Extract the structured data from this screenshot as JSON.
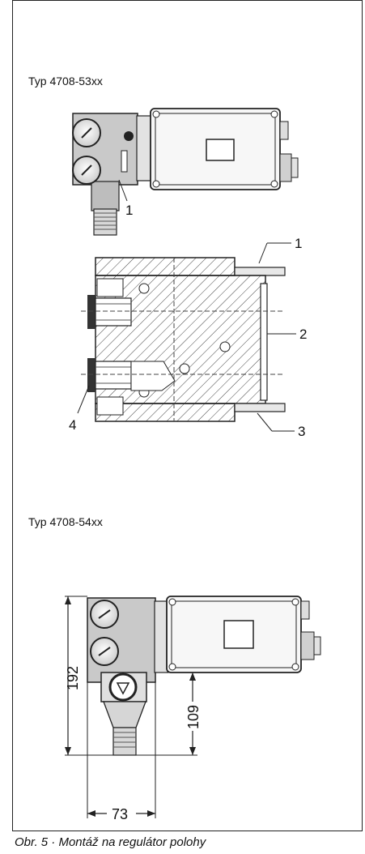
{
  "figure": {
    "section_a_title": "Typ 4708-53xx",
    "section_b_title": "Typ 4708-54xx",
    "caption": "Obr. 5 · Montáž na regulátor polohy"
  },
  "callouts": {
    "top_1": "1",
    "sec_1": "1",
    "sec_2": "2",
    "sec_3": "3",
    "sec_4": "4"
  },
  "dimensions": {
    "height_total": "192",
    "height_partial": "109",
    "width": "73"
  }
}
